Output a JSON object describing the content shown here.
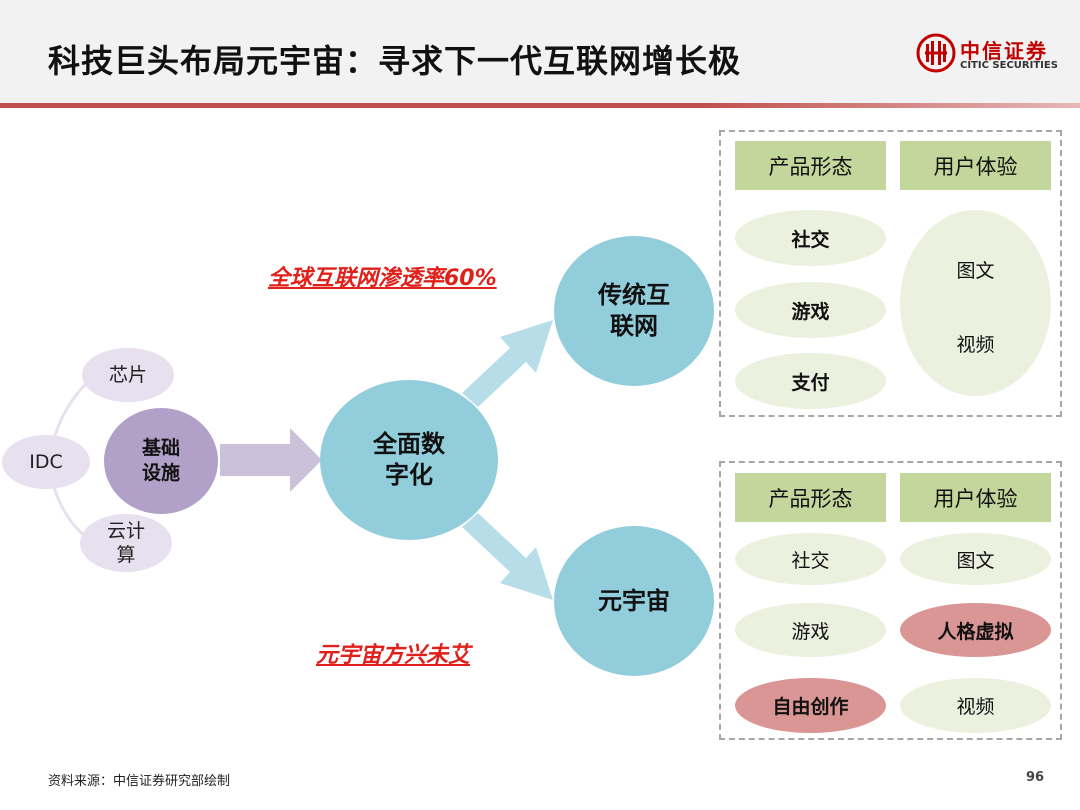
{
  "header": {
    "title": "科技巨头布局元宇宙：寻求下一代互联网增长极",
    "logo_cn": "中信证券",
    "logo_en": "CITIC SECURITIES"
  },
  "diagram": {
    "infrastructure": {
      "center": "基础\n设施",
      "satellites": [
        "芯片",
        "IDC",
        "云计\n算"
      ]
    },
    "digitalization": "全面数\n字化",
    "traditional_internet": "传统互\n联网",
    "metaverse": "元宇宙",
    "slogan_top": "全球互联网渗透率60%",
    "slogan_bottom": "元宇宙方兴未艾",
    "top_box": {
      "product_header": "产品形态",
      "experience_header": "用户体验",
      "products": [
        "社交",
        "游戏",
        "支付"
      ],
      "experiences": [
        "图文",
        "视频"
      ]
    },
    "bottom_box": {
      "product_header": "产品形态",
      "experience_header": "用户体验",
      "products": [
        "社交",
        "游戏",
        "自由创作"
      ],
      "experiences": [
        "图文",
        "人格虚拟",
        "视频"
      ]
    }
  },
  "footer": {
    "source": "资料来源：中信证券研究部绘制",
    "page_number": "96"
  },
  "colors": {
    "accent_red": "#c00000",
    "node_blue": "#92cddc",
    "node_purple": "#b1a0c7",
    "header_green": "#c3d69b",
    "pill_green": "#ebf1de",
    "highlight_red": "#d99694"
  }
}
